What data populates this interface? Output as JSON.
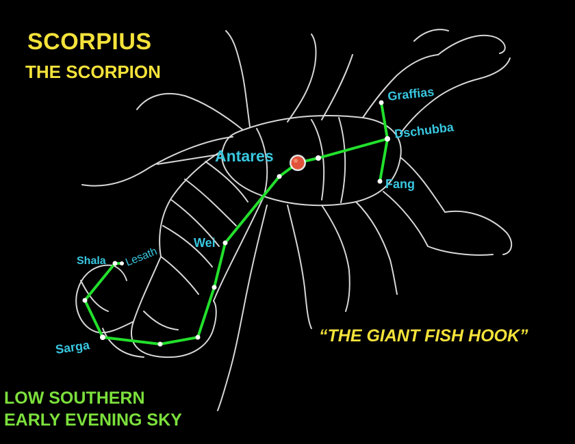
{
  "title": "SCORPIUS",
  "subtitle": "THE SCORPION",
  "nickname": "“THE GIANT FISH HOOK”",
  "sky_note": {
    "line1": "LOW SOUTHERN",
    "line2": "EARLY EVENING SKY"
  },
  "stars": [
    {
      "id": "graffias",
      "label": "Graffias"
    },
    {
      "id": "dschubba",
      "label": "Dschubba"
    },
    {
      "id": "fang",
      "label": "Fang"
    },
    {
      "id": "antares",
      "label": "Antares"
    },
    {
      "id": "wei",
      "label": "Wei"
    },
    {
      "id": "shala",
      "label": "Shala"
    },
    {
      "id": "lesath",
      "label": "Lesath"
    },
    {
      "id": "sarga",
      "label": "Sarga"
    }
  ],
  "colors": {
    "background": "#000000",
    "title": "#f4e23a",
    "sky_note": "#7ce03c",
    "star_label": "#39c7e0",
    "constellation_line": "#22e02c",
    "antares": "#e0523a",
    "outline": "#d8d8d8"
  }
}
